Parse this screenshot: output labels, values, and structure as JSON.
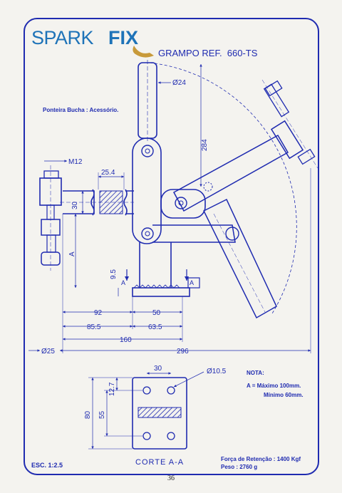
{
  "logo": {
    "part1": "SPARK",
    "part2": "FIX"
  },
  "title": "GRAMPO REF.  660-TS",
  "note_tip": "Ponteira Bucha : Acessório.",
  "dims": {
    "d24": "Ø24",
    "v284": "284",
    "m12": "M12",
    "d254": "25.4",
    "v30": "30",
    "a": "A",
    "v95": "9.5",
    "v92": "92",
    "v50": "50",
    "v855": "85.5",
    "v635": "63.5",
    "v160": "160",
    "d25": "Ø25",
    "v296": "296"
  },
  "section_marks": {
    "left": "A",
    "right": "A"
  },
  "base": {
    "w30": "30",
    "d105": "Ø10.5",
    "h127": "12.7",
    "h80": "80",
    "h55": "55",
    "caption": "CORTE A-A"
  },
  "nota": {
    "label": "NOTA:",
    "line1": "A = Máximo 100mm.",
    "line2": "Mínimo 60mm."
  },
  "scale": "ESC. 1:2.5",
  "specs": {
    "force": "Força de Retenção : 1400 Kgf",
    "weight": "Peso : 2760 g"
  },
  "page_number": "36",
  "colors": {
    "ink": "#1f2bb0",
    "logo_blue": "#1e73b8",
    "logo_gold": "#c89a3a"
  }
}
